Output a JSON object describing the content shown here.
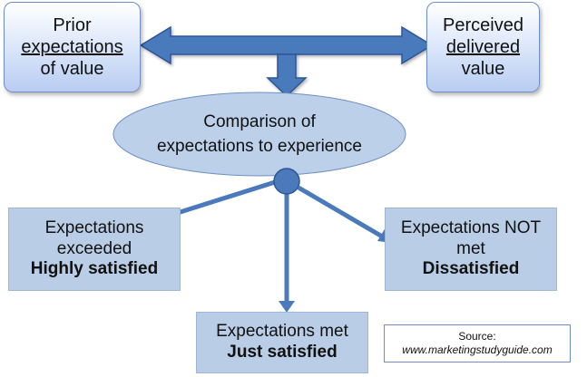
{
  "colors": {
    "arrow": "#4a7abc",
    "node_fill": "#bcd0ea",
    "box_fill": "#b9cde6",
    "top_box_gradient_end": "#b8cdf2"
  },
  "nodes": {
    "prior": {
      "line1": "Prior",
      "line2": "expectations",
      "line3": "of value"
    },
    "perceived": {
      "line1": "Perceived",
      "line2": "delivered",
      "line3": "value"
    },
    "comparison": {
      "line1": "Comparison of",
      "line2": "expectations to experience"
    },
    "exceeded": {
      "line1": "Expectations",
      "line2": "exceeded",
      "line3": "Highly satisfied"
    },
    "not_met": {
      "line1": "Expectations NOT",
      "line2": "met",
      "line3": "Dissatisfied"
    },
    "met": {
      "line1": "Expectations met",
      "line2": "Just satisfied"
    }
  },
  "source": {
    "label": "Source:",
    "url": "www.marketingstudyguide.com"
  }
}
